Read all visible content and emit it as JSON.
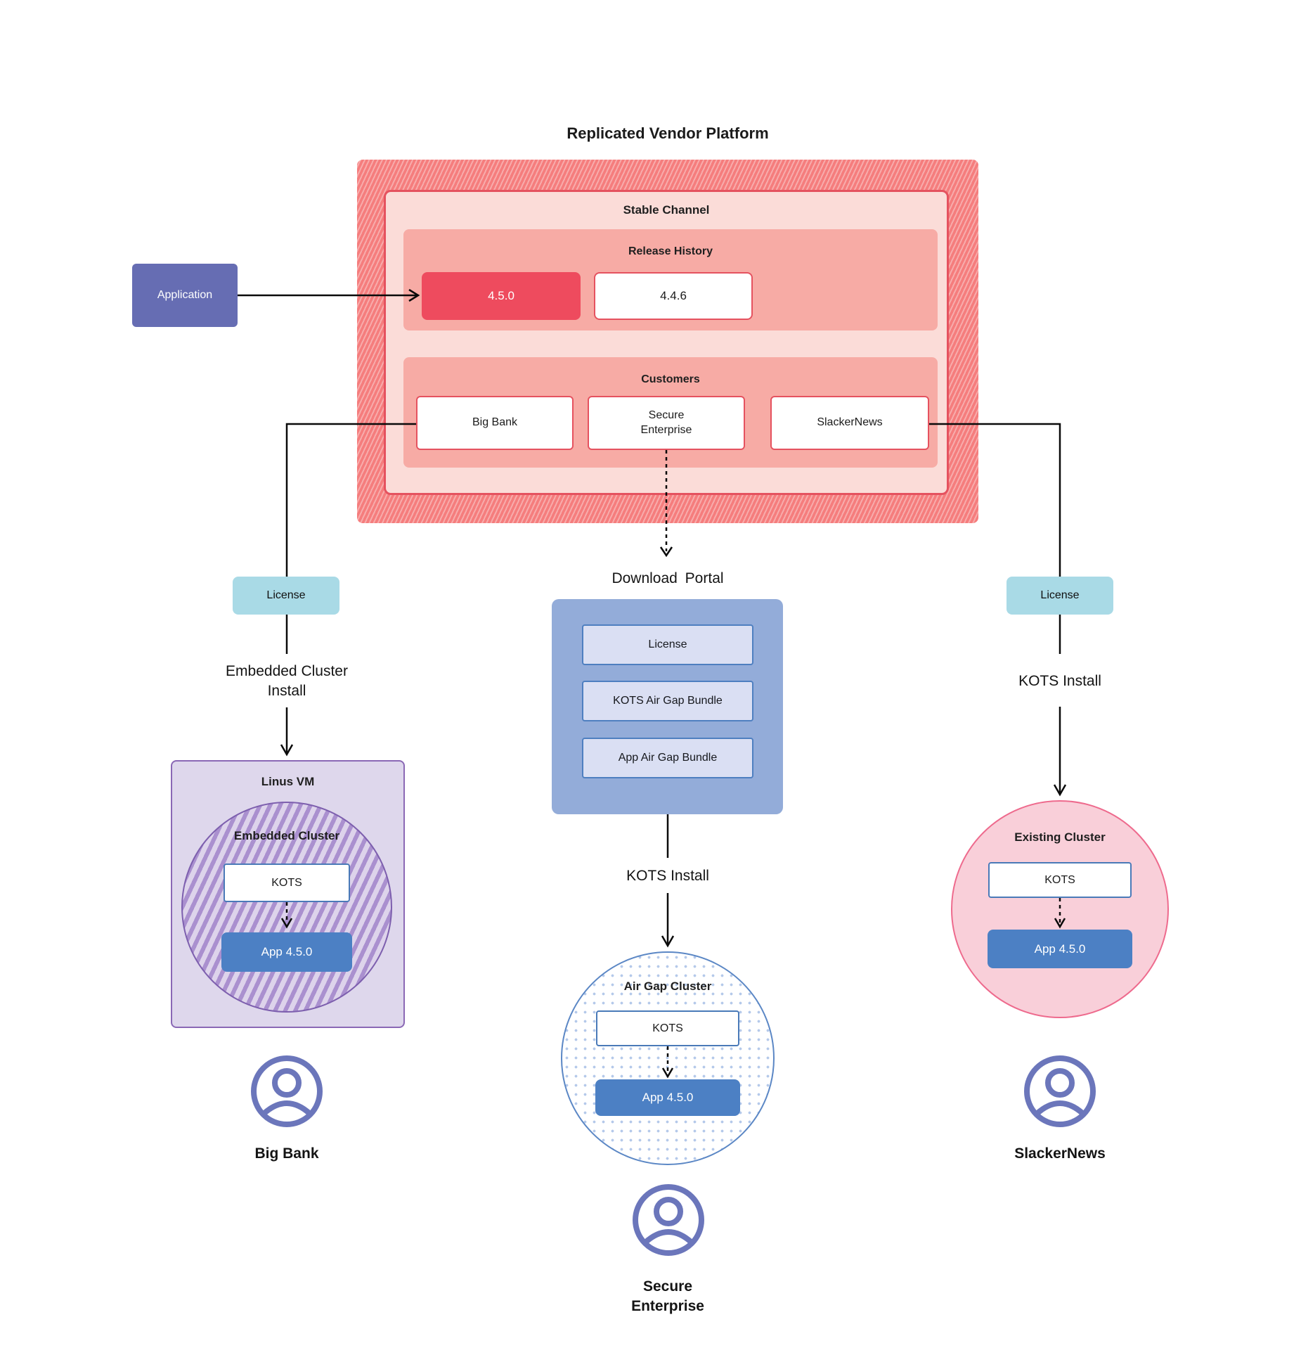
{
  "title": "Replicated Vendor Platform",
  "platform": {
    "stable_channel": {
      "label": "Stable Channel",
      "release_history": {
        "label": "Release History",
        "releases": [
          {
            "version": "4.5.0",
            "highlight": true
          },
          {
            "version": "4.4.6",
            "highlight": false
          }
        ]
      },
      "customers": {
        "label": "Customers",
        "items": [
          "Big Bank",
          "Secure Enterprise",
          "SlackerNews"
        ]
      }
    }
  },
  "application": {
    "label": "Application"
  },
  "branches": {
    "left": {
      "license_label": "License",
      "install_label": "Embedded Cluster Install",
      "vm_label": "Linus VM",
      "cluster_label": "Embedded Cluster",
      "kots_label": "KOTS",
      "app_label": "App 4.5.0",
      "customer_label": "Big Bank"
    },
    "middle": {
      "portal_label": "Download Portal",
      "portal_items": [
        "License",
        "KOTS Air Gap Bundle",
        "App Air Gap Bundle"
      ],
      "install_label": "KOTS Install",
      "cluster_label": "Air Gap Cluster",
      "kots_label": "KOTS",
      "app_label": "App 4.5.0",
      "customer_label": "Secure Enterprise"
    },
    "right": {
      "license_label": "License",
      "install_label": "KOTS Install",
      "cluster_label": "Existing Cluster",
      "kots_label": "KOTS",
      "app_label": "App 4.5.0",
      "customer_label": "SlackerNews"
    }
  },
  "colors": {
    "platform_hatch_base": "#f57d7d",
    "platform_hatch_stripe": "#f8abab",
    "stable_fill": "#fbdcd8",
    "crimson_accent": "#ee4b5e",
    "section_fill": "#f7aba5",
    "application_purple": "#666db3",
    "license_cyan": "#a9dae6",
    "portal_blue": "#93acd9",
    "portal_item_fill": "#dadff3",
    "vm_purple_fill": "#ded7ec",
    "vm_hatch_stripe": "#aa90cf",
    "app_steel_blue": "#4c80c4",
    "kots_border_blue": "#4a7ab8",
    "existing_cluster_pink": "#f9cfd9",
    "existing_cluster_border": "#ee6a8d",
    "airgap_dot_blue": "#b4c9ea",
    "user_icon_purple": "#6b76bb"
  }
}
